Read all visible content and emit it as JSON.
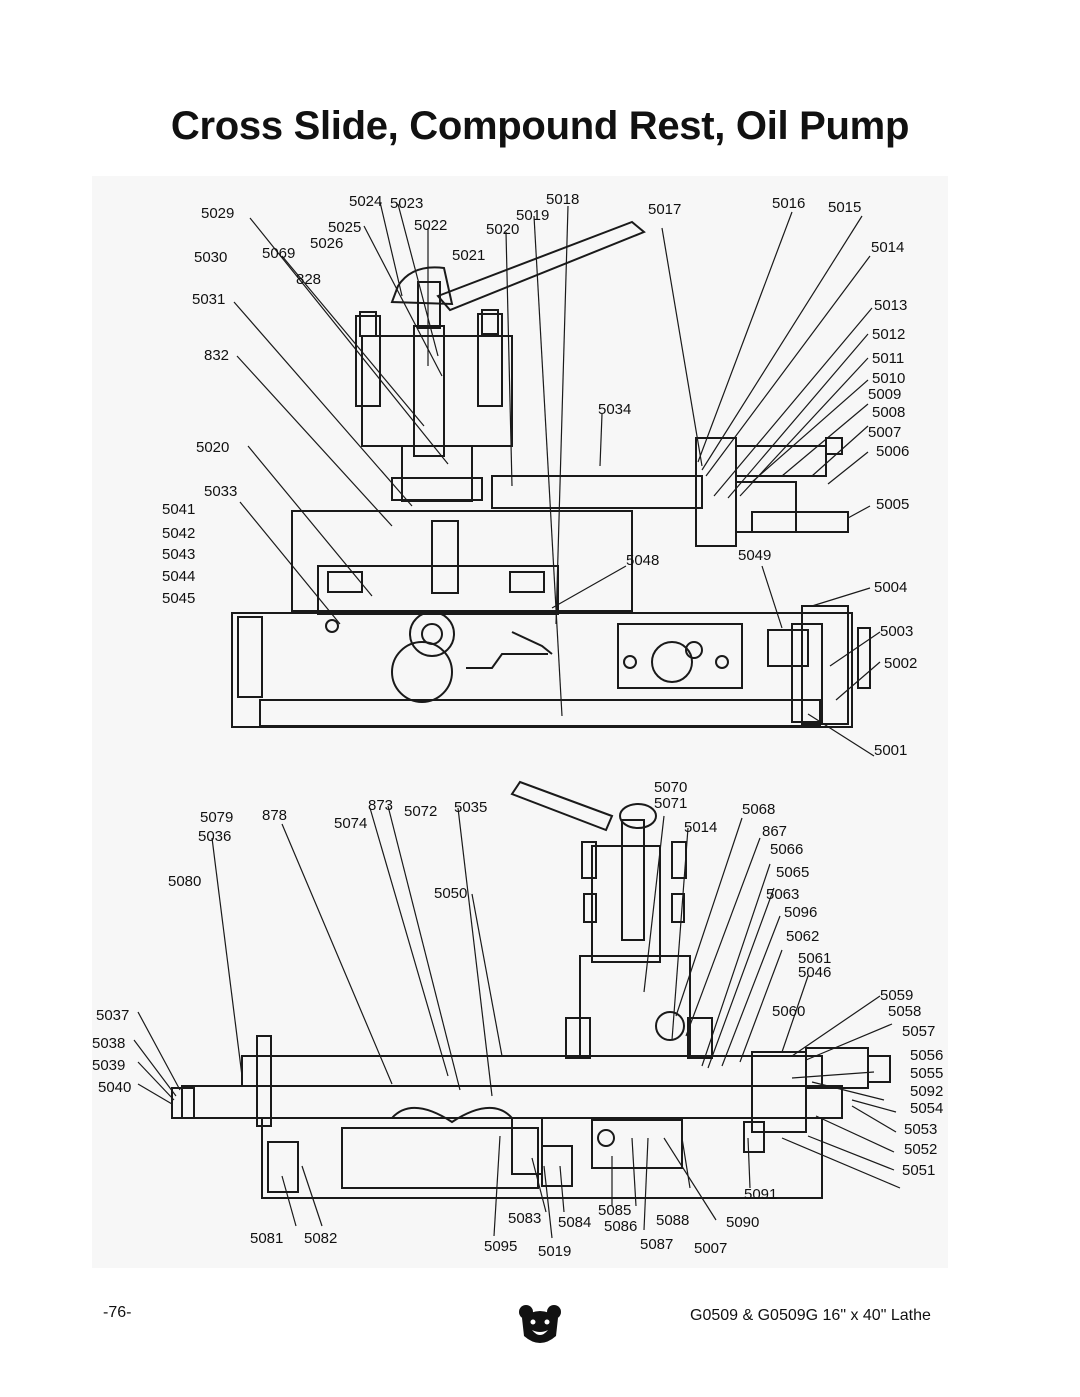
{
  "page": {
    "title": "Cross Slide, Compound Rest, Oil Pump",
    "page_number": "-76-",
    "footer_model": "G0509 & G0509G 16\" x 40\" Lathe"
  },
  "diagram": {
    "top_view_labels": [
      "5029",
      "5024",
      "5023",
      "5025",
      "5022",
      "5018",
      "5019",
      "5020",
      "5017",
      "5016",
      "5015",
      "5014",
      "5030",
      "5069",
      "5026",
      "5021",
      "828",
      "5031",
      "5013",
      "5012",
      "832",
      "5011",
      "5010",
      "5009",
      "5008",
      "5007",
      "5034",
      "5006",
      "5020",
      "5033",
      "5041",
      "5042",
      "5043",
      "5044",
      "5045",
      "5005",
      "5048",
      "5049",
      "5004",
      "5003",
      "5002",
      "5001"
    ],
    "side_view_labels": [
      "5070",
      "5071",
      "873",
      "5072",
      "5035",
      "5068",
      "5079",
      "878",
      "5074",
      "5014",
      "867",
      "5036",
      "5066",
      "5065",
      "5080",
      "5050",
      "5063",
      "5096",
      "5062",
      "5061",
      "5046",
      "5059",
      "5058",
      "5060",
      "5057",
      "5037",
      "5038",
      "5056",
      "5039",
      "5055",
      "5040",
      "5092",
      "5054",
      "5053",
      "5052",
      "5051",
      "5091",
      "5085",
      "5083",
      "5084",
      "5086",
      "5088",
      "5090",
      "5081",
      "5082",
      "5095",
      "5019",
      "5087",
      "5007"
    ]
  }
}
